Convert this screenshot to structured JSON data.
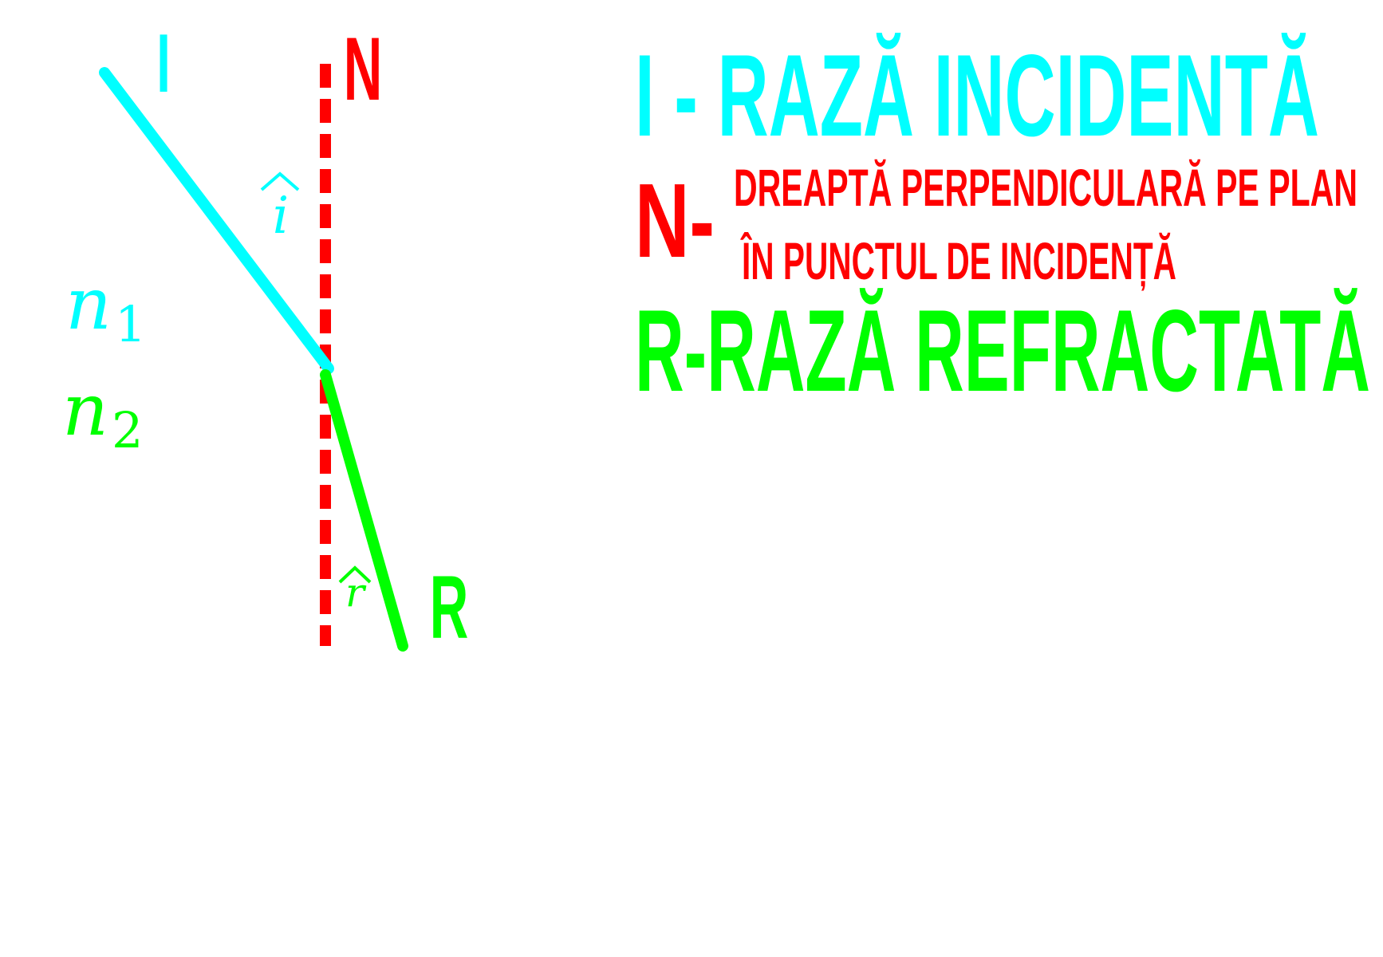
{
  "colors": {
    "incident": "#00ffff",
    "normal": "#ff0000",
    "refracted": "#00ff00",
    "background": "#ffffff"
  },
  "labels": {
    "incident_ray": "I",
    "normal_line": "N",
    "refracted_ray": "R",
    "angle_incidence": "i",
    "angle_refraction": "r",
    "medium_1": {
      "symbol": "n",
      "index": "1"
    },
    "medium_2": {
      "symbol": "n",
      "index": "2"
    }
  },
  "legend": {
    "incident": "I - RAZĂ INCIDENTĂ",
    "normal_prefix": "N-",
    "normal_line1": "DREAPTĂ PERPENDICULARĂ PE PLAN",
    "normal_line2": "ÎN PUNCTUL DE INCIDENȚĂ",
    "refracted": "R-RAZĂ REFRACTATĂ"
  }
}
